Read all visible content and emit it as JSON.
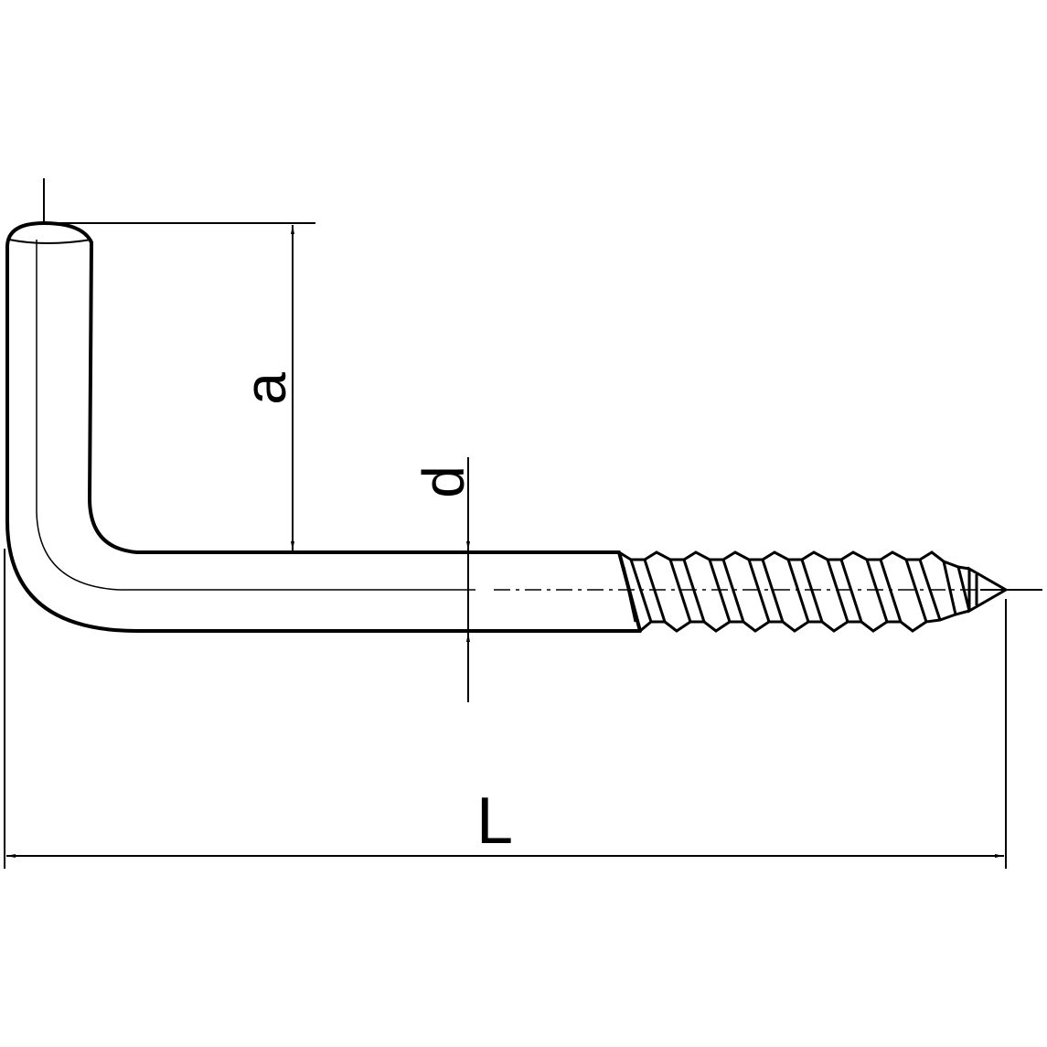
{
  "labels": {
    "height": "a",
    "diameter": "d",
    "length": "L"
  },
  "colors": {
    "line": "#000000",
    "background": "#ffffff"
  }
}
